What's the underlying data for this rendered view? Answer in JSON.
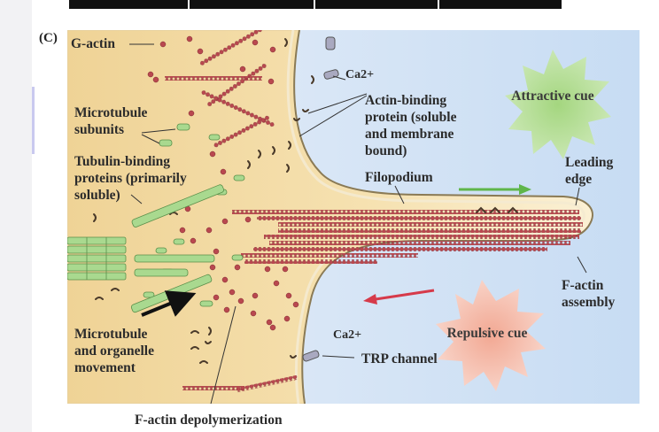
{
  "panel_label": "(C)",
  "labels": {
    "g_actin": "G-actin",
    "ca_top": "Ca2+",
    "ca_bottom": "Ca2+",
    "microtubule_subunits": "Microtubule\nsubunits",
    "tubulin_binding": "Tubulin-binding\nproteins (primarily\nsoluble)",
    "actin_binding": "Actin-binding\nprotein (soluble\nand membrane\nbound)",
    "filopodium": "Filopodium",
    "leading_edge": "Leading\nedge",
    "f_actin_assembly": "F-actin\nassembly",
    "microtubule_movement": "Microtubule\nand organelle\nmovement",
    "trp_channel": "TRP channel",
    "f_actin_depolymerization": "F-actin depolymerization"
  },
  "cues": {
    "attractive": "Attractive\ncue",
    "repulsive": "Repulsive\ncue"
  },
  "colors": {
    "cytoplasm": "#f3dca2",
    "background_blue": "#cfe0f3",
    "attractive_cue": "#a9d98c",
    "repulsive_cue": "#f4b6a6",
    "actin_bead": "#b7484f",
    "microtubule": "#9fd28a",
    "attract_arrow": "#5fb64a",
    "repel_arrow": "#d63a4a"
  }
}
